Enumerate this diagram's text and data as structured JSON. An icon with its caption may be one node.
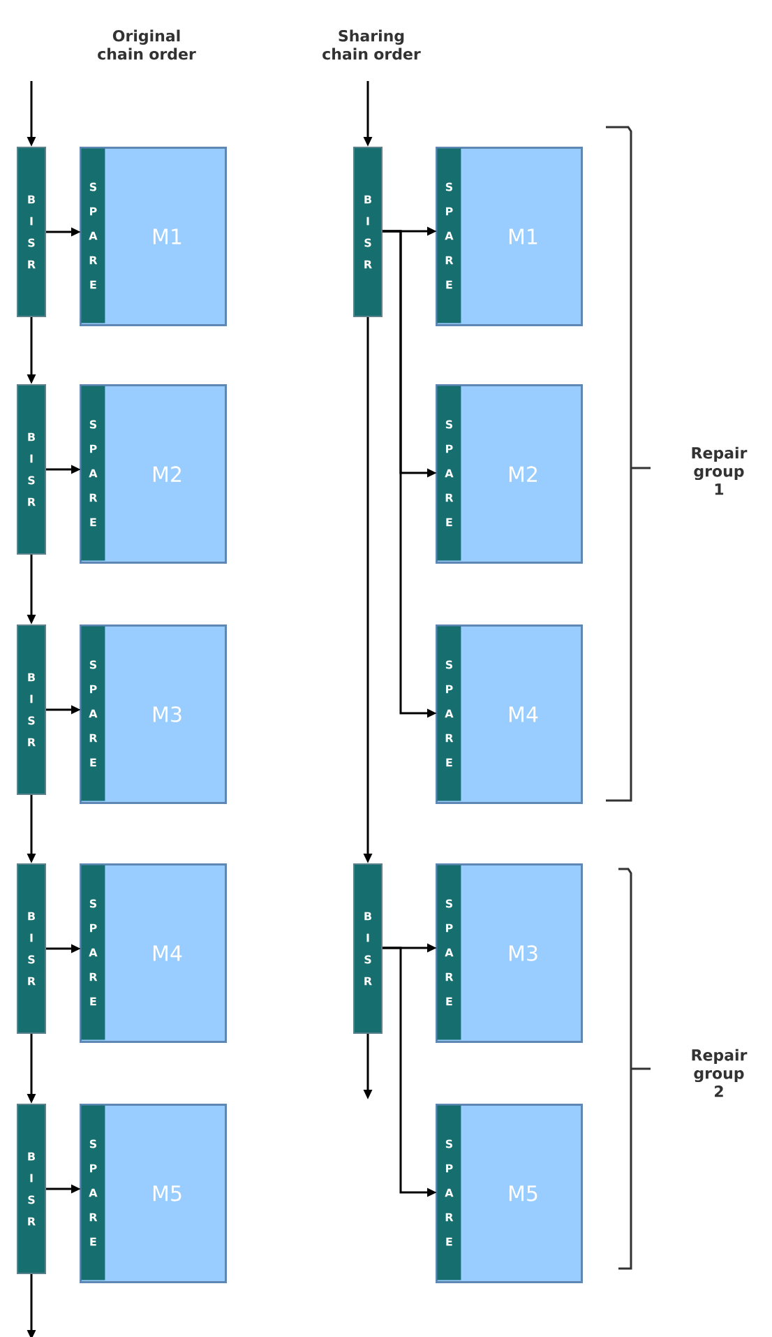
{
  "diagram": {
    "nodes": [
      {
        "text": [
          "B I S R"
        ]
      },
      {
        "text": [
          "M1"
        ]
      },
      {
        "text": [
          "S P A R E"
        ],
        "in": 1
      },
      {
        "text": [
          "B I S R"
        ]
      },
      {
        "text": [
          "M2"
        ]
      },
      {
        "text": [
          "S P A R E"
        ],
        "in": 4
      },
      {
        "text": [
          "B I S R"
        ]
      },
      {
        "text": [
          "M3"
        ]
      },
      {
        "text": [
          "S P A R E"
        ],
        "in": 7
      },
      {
        "text": [
          "B I S R"
        ]
      },
      {
        "text": [
          "M4"
        ]
      },
      {
        "text": [
          "S P A R E"
        ],
        "in": 10
      },
      {
        "text": [
          "B I S R"
        ]
      },
      {
        "text": [
          "M5"
        ]
      },
      {
        "text": [
          "S P A R E"
        ],
        "in": 13
      },
      {
        "text": [
          "B I S R"
        ]
      },
      {
        "text": [
          "M1"
        ]
      },
      {
        "text": [
          "S P A R E"
        ],
        "in": 16
      },
      {
        "text": [
          "M2"
        ]
      },
      {
        "text": [
          "S P A R E"
        ],
        "in": 18
      },
      {
        "text": [
          "M4"
        ]
      },
      {
        "text": [
          "S P A R E"
        ],
        "in": 20
      },
      {
        "text": [
          "B I S R"
        ]
      },
      {
        "text": [
          "M3"
        ]
      },
      {
        "text": [
          "S P A R E"
        ],
        "in": 23
      },
      {
        "text": [
          "M5"
        ]
      },
      {
        "text": [
          "S P A R E"
        ],
        "in": 25
      }
    ],
    "edges": [
      {
        "from": null,
        "to": 0,
        "arrow": "to"
      },
      {
        "from": 0,
        "to": 2,
        "arrow": "to"
      },
      {
        "from": 0,
        "to": 3,
        "arrow": "to"
      },
      {
        "from": 3,
        "to": 5,
        "arrow": "to"
      },
      {
        "from": 3,
        "to": 6,
        "arrow": "to"
      },
      {
        "from": 6,
        "to": 8,
        "arrow": "to"
      },
      {
        "from": 6,
        "to": 9,
        "arrow": "to"
      },
      {
        "from": 9,
        "to": 11,
        "arrow": "to"
      },
      {
        "from": 9,
        "to": 12,
        "arrow": "to"
      },
      {
        "from": 12,
        "to": 14,
        "arrow": "to"
      },
      {
        "from": 12,
        "to": null,
        "arrow": "to"
      },
      {
        "from": null,
        "to": 15,
        "arrow": "to"
      },
      {
        "from": 15,
        "to": 17,
        "arrow": "to"
      },
      {
        "from": 15,
        "to": 19,
        "arrow": "to"
      },
      {
        "from": 15,
        "to": 21,
        "arrow": "to"
      },
      {
        "from": 15,
        "to": 22,
        "arrow": "to"
      },
      {
        "from": 22,
        "to": 24,
        "arrow": "to"
      },
      {
        "from": 22,
        "to": 26,
        "arrow": "to"
      },
      {
        "from": 22,
        "to": null,
        "arrow": "to"
      }
    ],
    "labels": [
      "Original chain order",
      "Sharing chain order",
      "Repair group 1",
      "Repair group 2"
    ]
  }
}
